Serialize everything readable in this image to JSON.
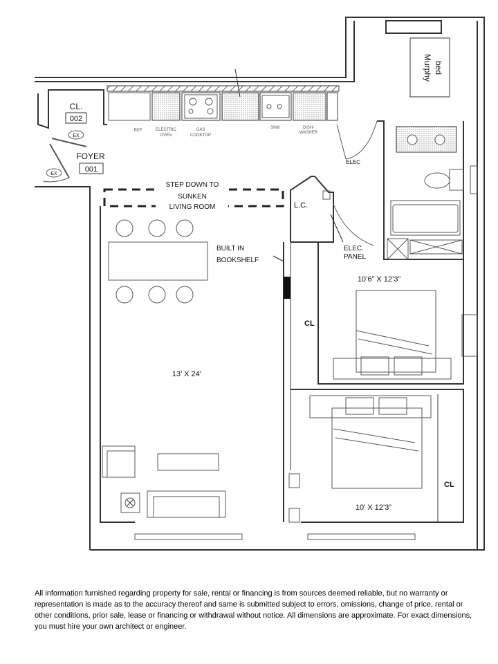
{
  "rooms": {
    "closet": {
      "label": "CL.",
      "number": "002",
      "exit": "EX"
    },
    "foyer": {
      "label": "FOYER",
      "number": "001",
      "exit": "EX"
    },
    "kitchen": {
      "ref": "REF.",
      "oven_1": "ELECTRIC",
      "oven_2": "OVEN",
      "cooktop_1": "GAS",
      "cooktop_2": "COOKTOP",
      "sink": "SINK",
      "dish_1": "DISH-",
      "dish_2": "WASHER",
      "elec": "ELEC"
    },
    "step_down": {
      "line1": "STEP DOWN TO",
      "line2": "SUNKEN",
      "line3": "LIVING ROOM"
    },
    "linen_closet": "L.C.",
    "elec_panel": {
      "line1": "ELEC.",
      "line2": "PANEL"
    },
    "bookshelf": {
      "line1": "BUILT IN",
      "line2": "BOOKSHELF"
    },
    "living_room": {
      "dimensions": "13’ X 24’"
    },
    "bedroom1": {
      "dimensions": "10’6” X 12’3”",
      "closet": "CL"
    },
    "bedroom2": {
      "dimensions": "10’ X 12’3”",
      "closet": "CL"
    },
    "murphy": {
      "line1": "Murphy",
      "line2": "bed"
    }
  },
  "disclaimer": "All information furnished regarding property for sale, rental or financing is from sources deemed reliable, but no warranty or representation is made as to the accuracy thereof and same is submitted subject to errors, omissions, change of price, rental or other conditions, prior sale, lease or financing or withdrawal without notice. All dimensions are approximate.  For exact dimensions, you must hire your own architect or engineer."
}
